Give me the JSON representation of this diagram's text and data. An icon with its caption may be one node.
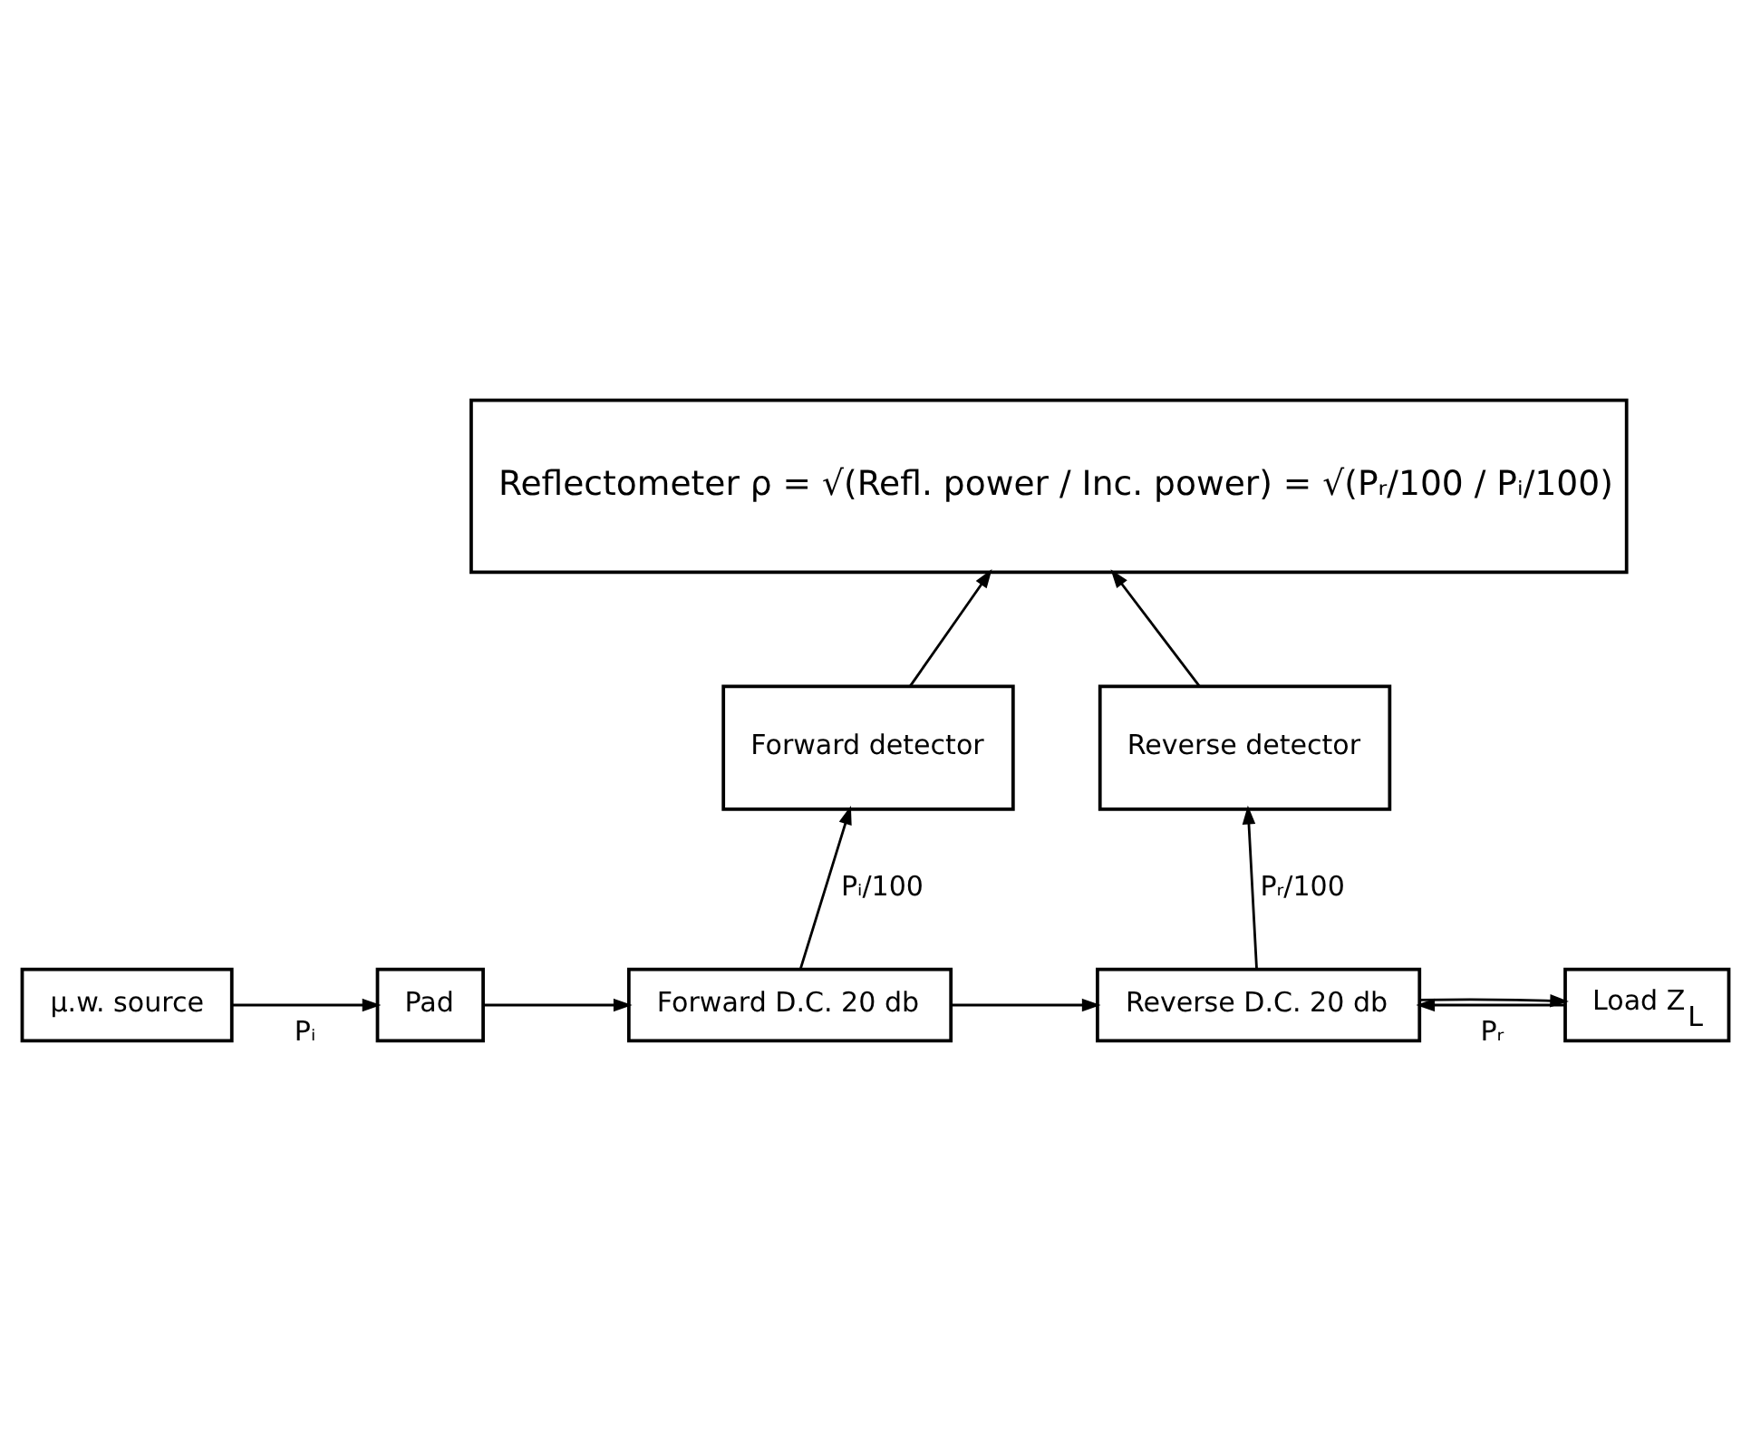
{
  "diagram": {
    "nodes": [
      {
        "text": [
          "Reflectometer ρ = √(Refl. power / Inc. power) = √(Pᵣ/100 / Pᵢ/100)"
        ]
      },
      {
        "text": [
          "Forward detector"
        ]
      },
      {
        "text": [
          "Reverse detector"
        ]
      },
      {
        "text": [
          "μ.w. source"
        ]
      },
      {
        "text": [
          "Pad"
        ]
      },
      {
        "text": [
          "Forward D.C. 20 db"
        ]
      },
      {
        "text": [
          "Reverse D.C. 20 db"
        ]
      },
      {
        "text": [
          "Load Z$_{L}$"
        ]
      }
    ],
    "edges": [
      {
        "from": 3,
        "to": 4,
        "arrow": "to",
        "label": "Pᵢ"
      },
      {
        "from": 4,
        "to": 5,
        "arrow": "to"
      },
      {
        "from": 5,
        "to": 6,
        "arrow": "to"
      },
      {
        "from": 6,
        "to": 7,
        "arrow": "to"
      },
      {
        "from": 7,
        "to": 6,
        "arrow": "to",
        "label": "Pᵣ"
      },
      {
        "from": 5,
        "to": 1,
        "arrow": "to",
        "label": "Pᵢ/100"
      },
      {
        "from": 6,
        "to": 2,
        "arrow": "to",
        "label": "Pᵣ/100"
      },
      {
        "from": 1,
        "to": 0,
        "arrow": "to"
      },
      {
        "from": 2,
        "to": 0,
        "arrow": "to"
      }
    ]
  }
}
